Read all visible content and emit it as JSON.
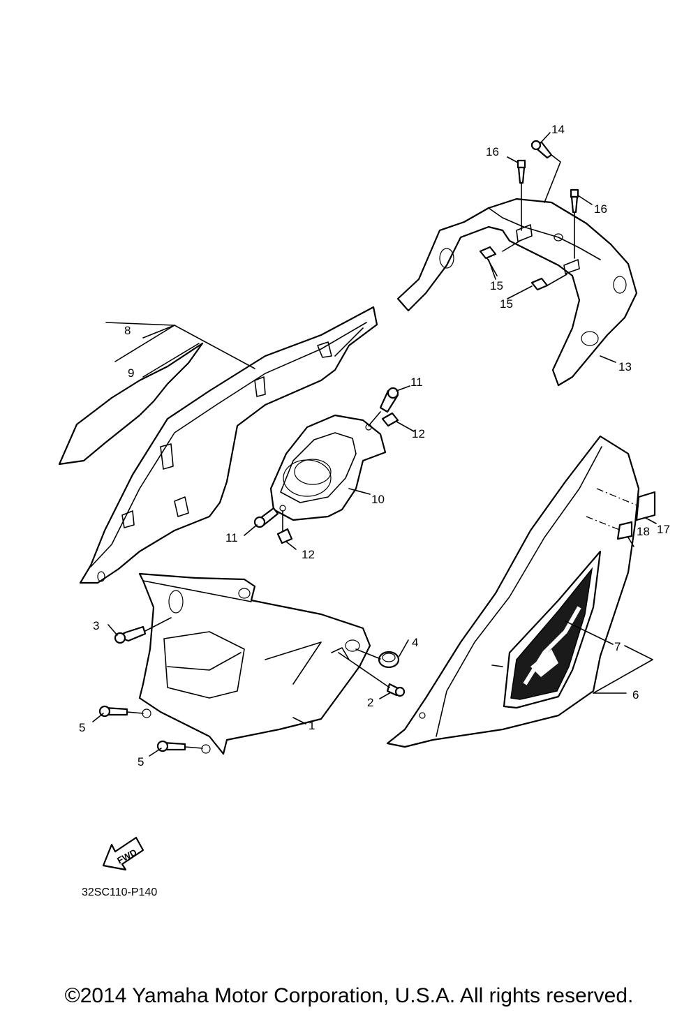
{
  "callouts": {
    "c1": "1",
    "c2": "2",
    "c3": "3",
    "c4": "4",
    "c5a": "5",
    "c5b": "5",
    "c6": "6",
    "c7": "7",
    "c8": "8",
    "c9": "9",
    "c10": "10",
    "c11a": "11",
    "c11b": "11",
    "c12a": "12",
    "c12b": "12",
    "c13": "13",
    "c14": "14",
    "c15a": "15",
    "c15b": "15",
    "c16a": "16",
    "c16b": "16",
    "c17": "17",
    "c18": "18"
  },
  "fwd_label": "FWD",
  "diagram_code": "32SC110-P140",
  "copyright": "©2014 Yamaha Motor Corporation, U.S.A. All rights reserved."
}
